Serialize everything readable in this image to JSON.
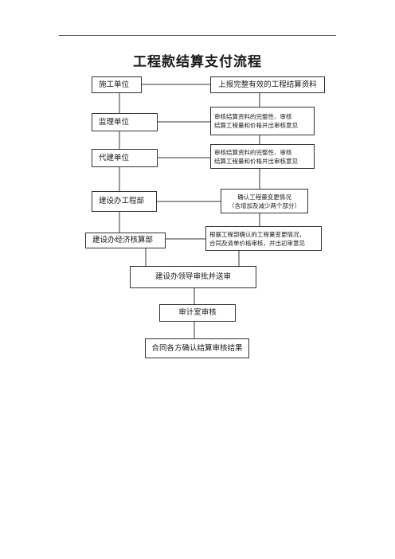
{
  "page": {
    "title": "工程款结算支付流程"
  },
  "flow": {
    "unit_construction": "施工单位",
    "submit_materials": "上报完整有效的工程结算资料",
    "unit_supervision": "监理单位",
    "supervision_review": [
      "审核结算资料的完整性、审核",
      "结算工程量和价格并出审核意见"
    ],
    "unit_agent": "代建单位",
    "agent_review": [
      "审核结算资料的完整性、审核",
      "结算工程量和价格并出审核意见"
    ],
    "dept_engineering": "建设办工程部",
    "confirm_change": [
      "确认工程量变更情况",
      "（含增加及减少两个部分）"
    ],
    "dept_accounting": "建设办经济核算部",
    "accounting_review": [
      "根据工程部确认的工程量变更情况，",
      "合同及清单价格审核，并出初审意见"
    ],
    "leader_approval": "建设办领导审批并送审",
    "audit_office": "审计室审核",
    "final_confirm": "合同各方确认结算审核结果"
  }
}
